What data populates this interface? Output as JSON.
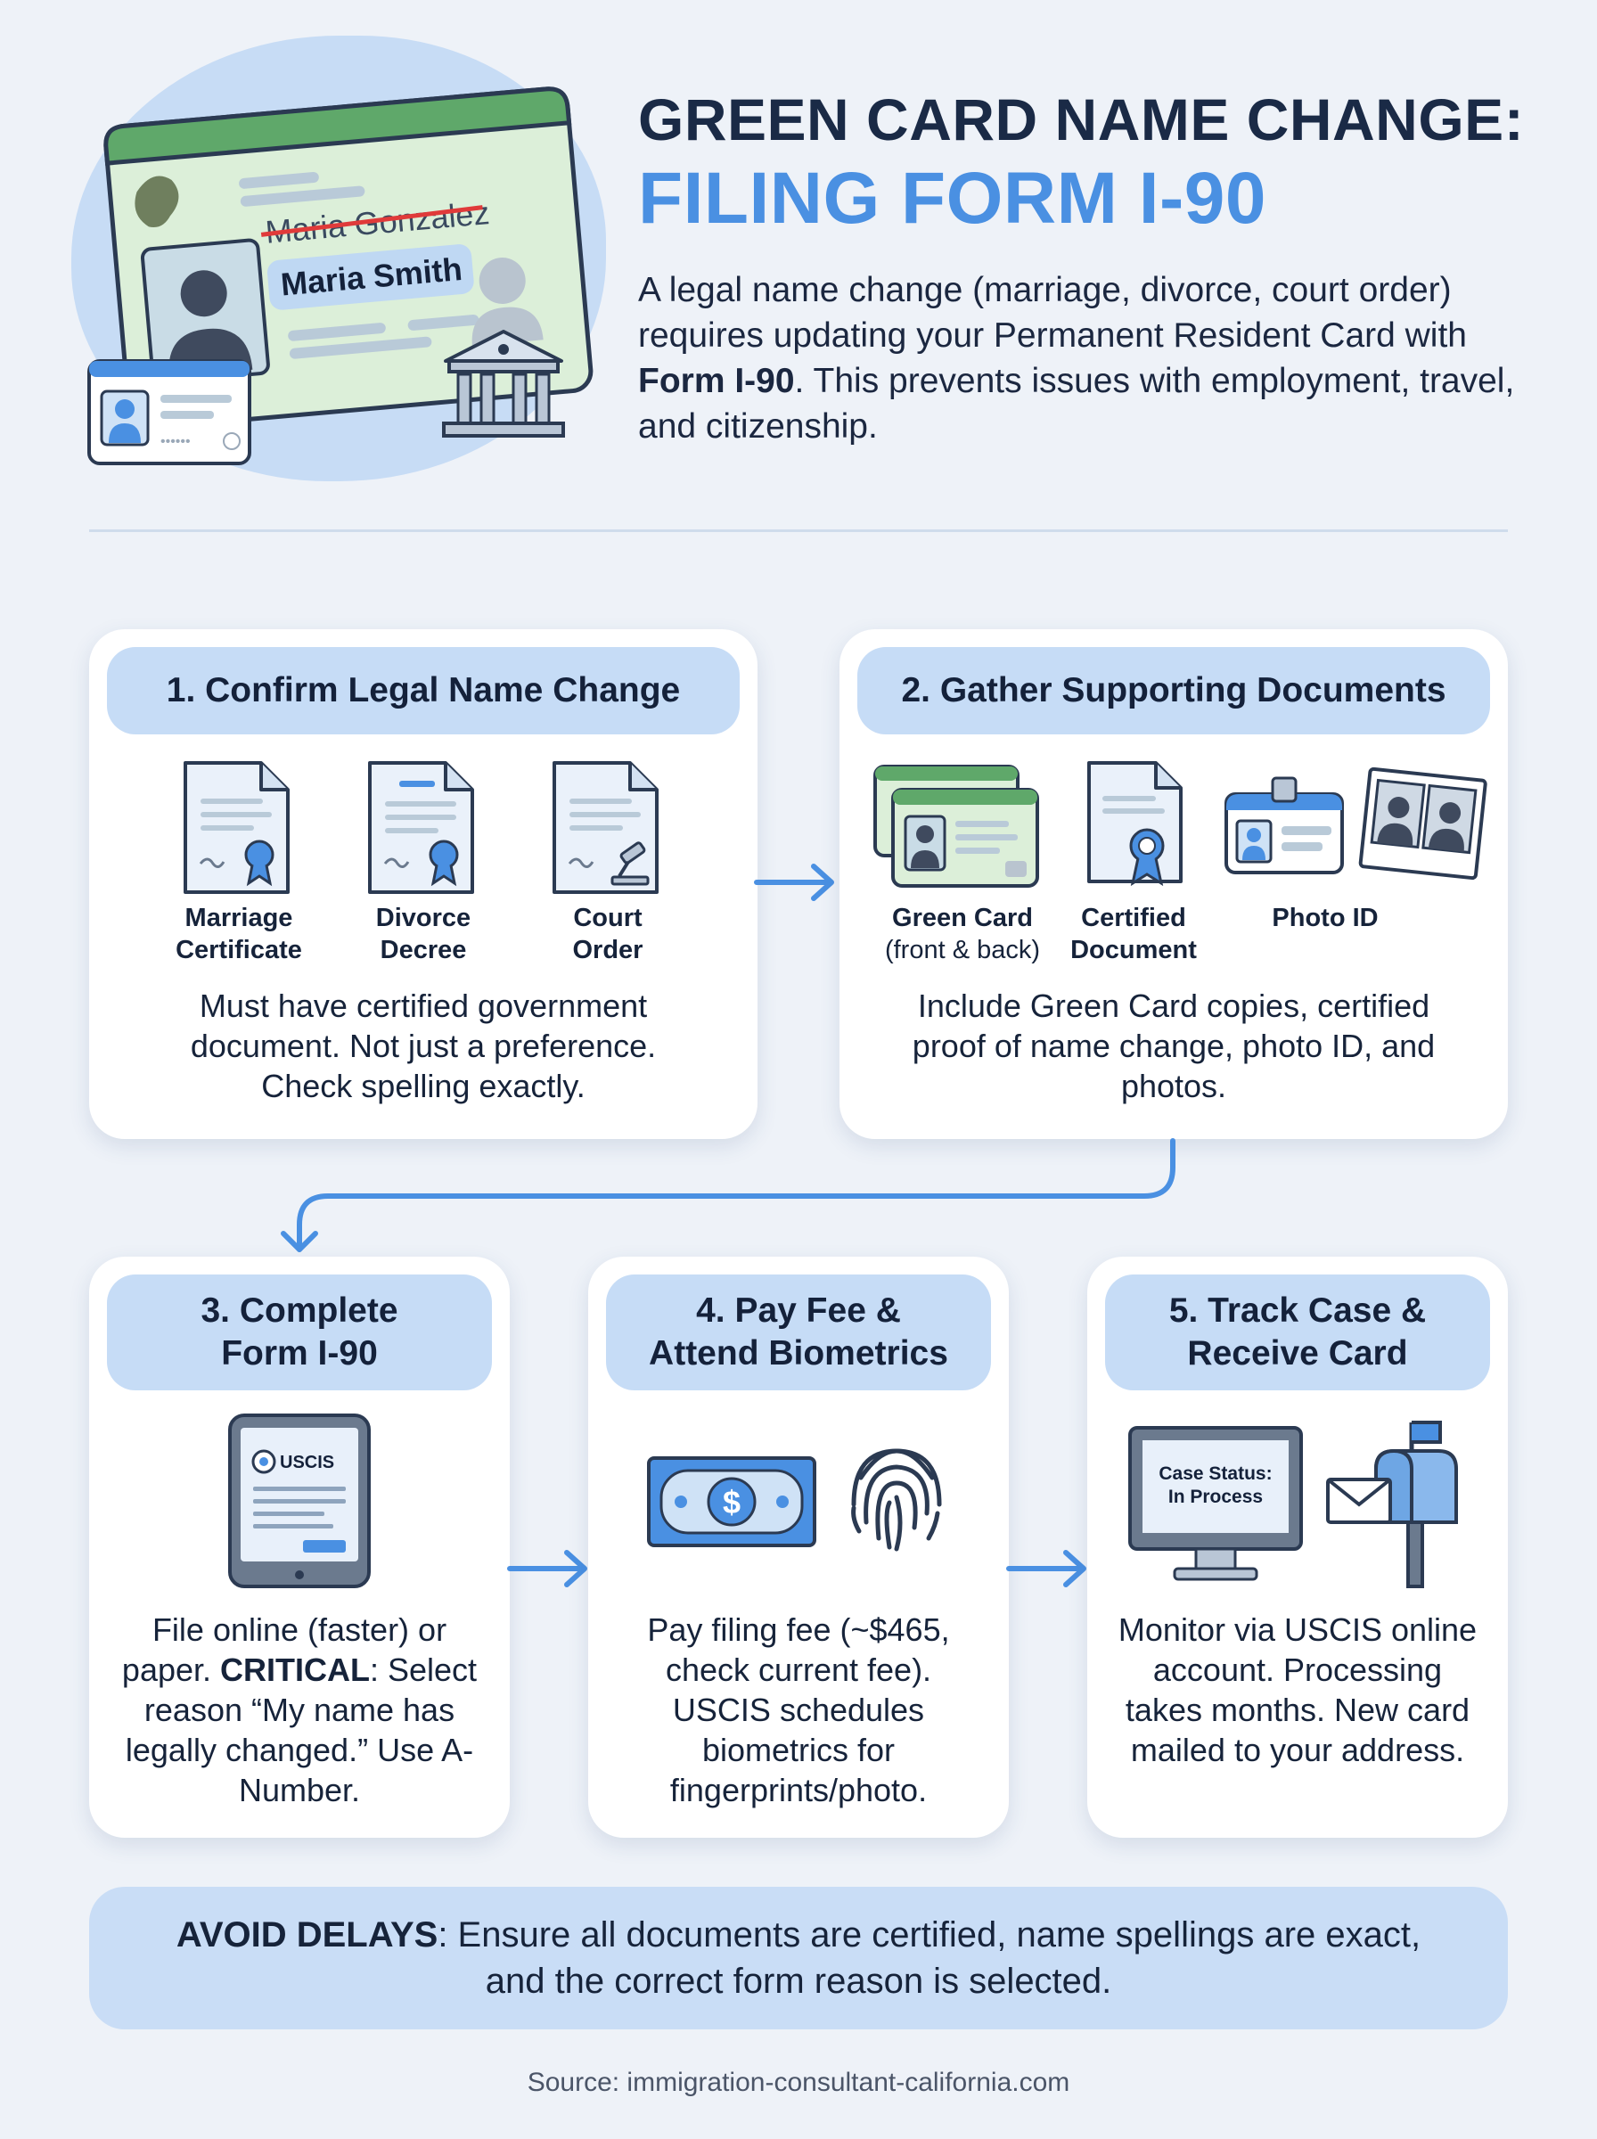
{
  "header": {
    "title_line1": "GREEN CARD NAME CHANGE:",
    "title_line2": "FILING FORM I-90",
    "intro_part1": "A legal name change (marriage, divorce, court order) requires updating your Permanent Resident Card with ",
    "intro_bold": "Form I-90",
    "intro_part2": ". This prevents issues with employment, travel, and citizenship.",
    "old_name": "Maria Gonzalez",
    "new_name": "Maria Smith"
  },
  "steps": {
    "s1": {
      "title": "1. Confirm Legal Name Change",
      "icons": [
        {
          "line1": "Marriage",
          "line2": "Certificate"
        },
        {
          "line1": "Divorce",
          "line2": "Decree"
        },
        {
          "line1": "Court",
          "line2": "Order"
        }
      ],
      "text": "Must have certified government document. Not just a preference. Check spelling exactly."
    },
    "s2": {
      "title": "2. Gather Supporting Documents",
      "icons": [
        {
          "line1": "Green Card",
          "line2": "(front & back)"
        },
        {
          "line1": "Certified",
          "line2": "Document"
        },
        {
          "line1": "Photo ID"
        }
      ],
      "text": "Include Green Card copies, certified proof of name change, photo ID, and photos."
    },
    "s3": {
      "title_line1": "3. Complete",
      "title_line2": "Form I-90",
      "device_label": "USCIS",
      "text_part1": "File online (faster) or paper. ",
      "text_bold": "CRITICAL",
      "text_part2": ": Select reason “My name has legally changed.” Use A-Number."
    },
    "s4": {
      "title_line1": "4. Pay Fee &",
      "title_line2": "Attend Biometrics",
      "bill_symbol": "$",
      "text": "Pay filing fee (~$465, check current fee). USCIS schedules biometrics for fingerprints/photo."
    },
    "s5": {
      "title_line1": "5. Track Case &",
      "title_line2": "Receive Card",
      "screen_line1": "Case Status:",
      "screen_line2": "In Process",
      "text": "Monitor via USCIS online account. Processing takes months. New card mailed to your address."
    }
  },
  "footer": {
    "note_bold": "AVOID DELAYS",
    "note_text": ": Ensure all documents are certified, name spellings are exact, and the correct form reason is selected.",
    "source": "Source: immigration-consultant-california.com"
  },
  "colors": {
    "accent": "#4a90e2",
    "title_dark": "#1a2a46",
    "pill_bg": "#c6dcf6",
    "page_bg": "#eef2f8",
    "card_green": "#dcefd9",
    "card_green_dark": "#5fa86a"
  }
}
